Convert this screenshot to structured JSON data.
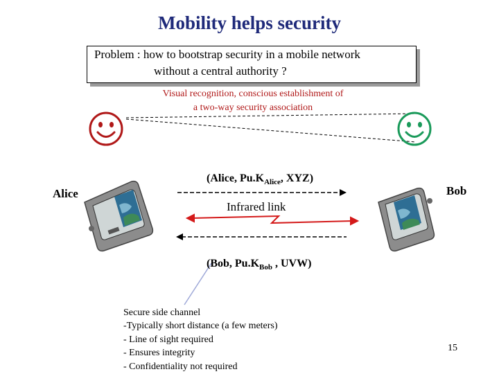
{
  "title": "Mobility helps security",
  "problem": {
    "line1": "Problem : how to bootstrap security in a mobile network",
    "line2": "without a central authority ?"
  },
  "visual_note": {
    "line1": "Visual recognition, conscious establishment of",
    "line2": "a two-way security association"
  },
  "alice": {
    "label": "Alice",
    "smiley_color": "#b01818"
  },
  "bob": {
    "label": "Bob",
    "smiley_color": "#1a9a5a"
  },
  "messages": {
    "alice_pre": "(Alice, Pu.K",
    "alice_sub": "Alice",
    "alice_post": ", XYZ)",
    "bob_pre": "(Bob, Pu.K",
    "bob_sub": "Bob",
    "bob_post": " , UVW)"
  },
  "infrared_label": "Infrared link",
  "side_channel": [
    "Secure side channel",
    "-Typically short distance (a few meters)",
    "- Line of sight required",
    "- Ensures integrity",
    "- Confidentiality not required"
  ],
  "page_number": "15",
  "colors": {
    "title": "#1f2a7a",
    "accent_red": "#b01818",
    "sight_line": "#9ea8d8"
  }
}
